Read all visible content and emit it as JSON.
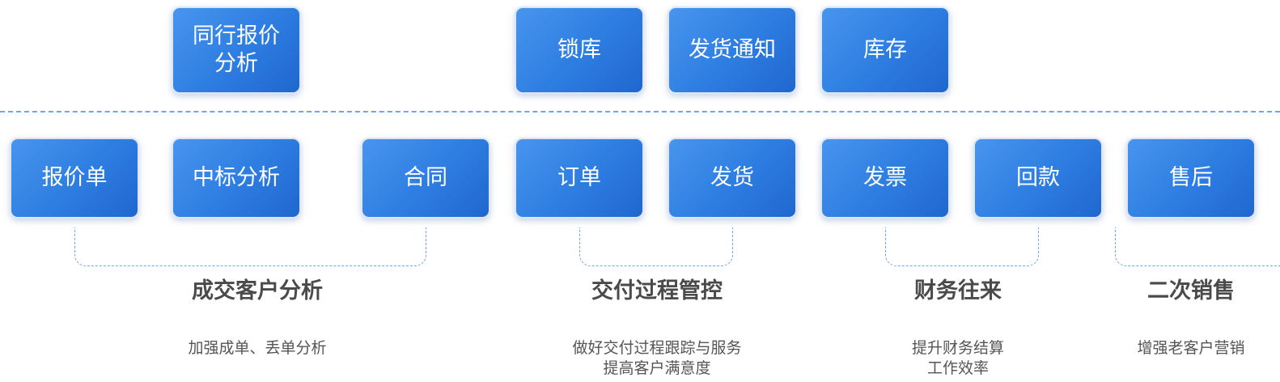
{
  "top_boxes": [
    {
      "line1": "同行报价",
      "line2": "分析"
    },
    {
      "label": "锁库"
    },
    {
      "label": "发货通知"
    },
    {
      "label": "库存"
    }
  ],
  "bottom_boxes": [
    {
      "label": "报价单"
    },
    {
      "label": "中标分析"
    },
    {
      "label": "合同"
    },
    {
      "label": "订单"
    },
    {
      "label": "发货"
    },
    {
      "label": "发票"
    },
    {
      "label": "回款"
    },
    {
      "label": "售后"
    }
  ],
  "groups": [
    {
      "title": "成交客户分析",
      "desc": [
        "加强成单、丢单分析"
      ]
    },
    {
      "title": "交付过程管控",
      "desc": [
        "做好交付过程跟踪与服务",
        "提高客户满意度"
      ]
    },
    {
      "title": "财务往来",
      "desc": [
        "提升财务结算",
        "工作效率"
      ]
    },
    {
      "title": "二次销售",
      "desc": [
        "增强老客户营销"
      ]
    }
  ],
  "colors": {
    "box_gradient_start": "#4795ee",
    "box_gradient_end": "#1f67cf",
    "dashed_line": "#6aa7ee",
    "title_text": "#4a4a4a",
    "desc_text": "#555555"
  }
}
